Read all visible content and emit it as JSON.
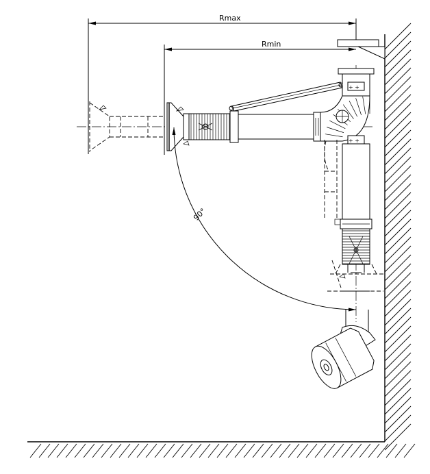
{
  "diagram": {
    "labels": {
      "rmax": "Rmax",
      "rmin": "Rmin",
      "angle": "90°"
    },
    "colors": {
      "line": "#000000",
      "background": "#ffffff"
    }
  }
}
